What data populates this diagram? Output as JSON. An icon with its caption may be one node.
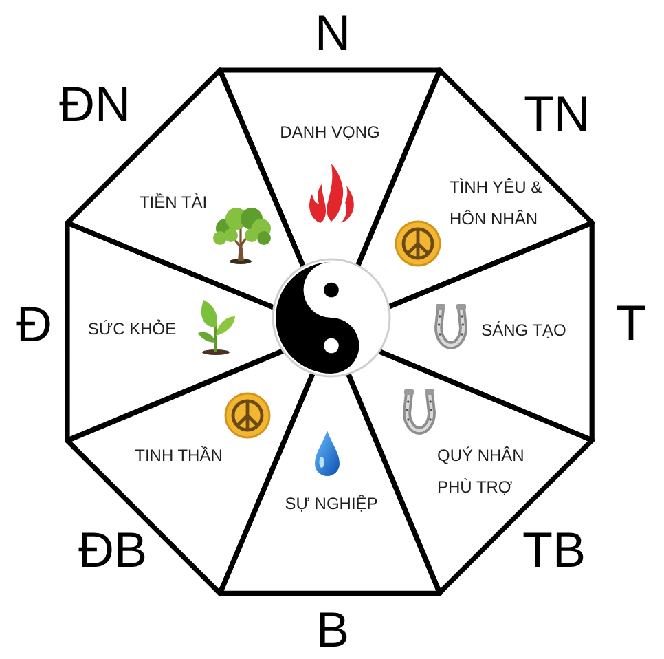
{
  "diagram": {
    "nodes": [
      {
        "text": [
          "DANH VỌNG"
        ]
      },
      {
        "text": [
          "TIỀN TÀI"
        ]
      },
      {
        "text": [
          "TÌNH YÊU & HÔN NHÂN"
        ]
      },
      {
        "text": [
          "SỨC KHỎE"
        ]
      },
      {
        "text": [
          "SÁNG TẠO"
        ]
      },
      {
        "text": [
          "TINH THẦN"
        ]
      },
      {
        "text": [
          "QUÝ NHÂN PHÙ TRỢ"
        ]
      },
      {
        "text": [
          "SỰ NGHIỆP"
        ]
      }
    ],
    "labels": [
      "N",
      "ĐN",
      "TN",
      "Đ",
      "T",
      "ĐB",
      "TB",
      "B"
    ]
  }
}
